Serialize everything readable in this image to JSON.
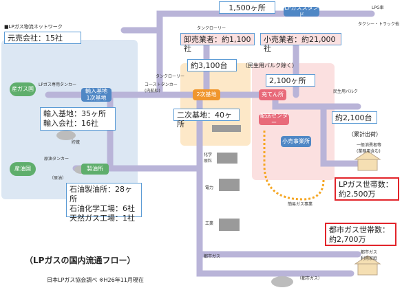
{
  "header": {
    "title": "■LPガス物流ネットワーク"
  },
  "boxes": {
    "motouri": "元売会社：15社",
    "top_count": "1,500ヶ所",
    "oroshi": "卸売業者：約1,100社",
    "kouri": "小売業者：約21,000社",
    "count_3100": "約3,100台",
    "minsei_note": "（民生用バルク除く）",
    "count_2100_sites": "2,100ヶ所",
    "import_base_line1": "輸入基地：35ヶ所",
    "import_base_line2": "輸入会社：16社",
    "secondary_base": "二次基地：40ヶ所",
    "count_2100_units": "約2,100台",
    "refinery_line1": "石油製油所：28ヶ所",
    "refinery_line2": "石油化学工場：6社",
    "refinery_line3": "天然ガス工場：1社",
    "cumulative": "（累計出荷）",
    "lp_households_line1": "LPガス世帯数：",
    "lp_households_line2": "約2,500万",
    "city_households_line1": "都市ガス世帯数：",
    "city_households_line2": "約2,700万"
  },
  "nodes": {
    "producer": "産ガス国",
    "import_base": "輸入基地\n1次基地",
    "oil_producer": "産油国",
    "refinery": "製油所",
    "secondary": "2次基地",
    "filling": "充てん所",
    "delivery": "配送センター",
    "small_office": "小売事業所",
    "stand": "LPガススタンド"
  },
  "small_labels": {
    "lpg_tanker": "LPガス専用タンカー",
    "coastal_tanker": "コーストタンカー\n(内航船)",
    "tank_lorry_top": "タンクローリー",
    "tank_lorry_mid": "タンクローリー",
    "storage": "貯蔵",
    "crude_tanker": "原油タンカー",
    "crude": "（原油）",
    "lpg_car": "LPG車",
    "taxi_truck": "タクシー・トラック他",
    "bulk": "民生用バルク",
    "general_consumer": "一般消費者等\n(業務用含む)",
    "chemical": "化学\n原料",
    "power": "電力",
    "industry": "工業",
    "city_gas": "都市ガス",
    "city_gas_user": "都市ガス\n利用家庭",
    "city_gas_paren": "（都市ガス）",
    "simple_gas": "簡易ガス事業",
    "footer_title": "（LPガスの国内流通フロー）",
    "source": "日本LPガス協会調べ ※H26年11月現在"
  },
  "colors": {
    "blue_zone": "#dce7f3",
    "orange_zone": "#fde8c8",
    "pink_zone": "#fbe0e0",
    "flow_purple": "#b9b4d8",
    "red_frame": "#e2242a",
    "green_node": "#5fae6c",
    "orange_node": "#f0962d",
    "pink_node": "#e86a7a",
    "blue_node": "#4f87c5",
    "dotted_orange": "#f5a623"
  }
}
